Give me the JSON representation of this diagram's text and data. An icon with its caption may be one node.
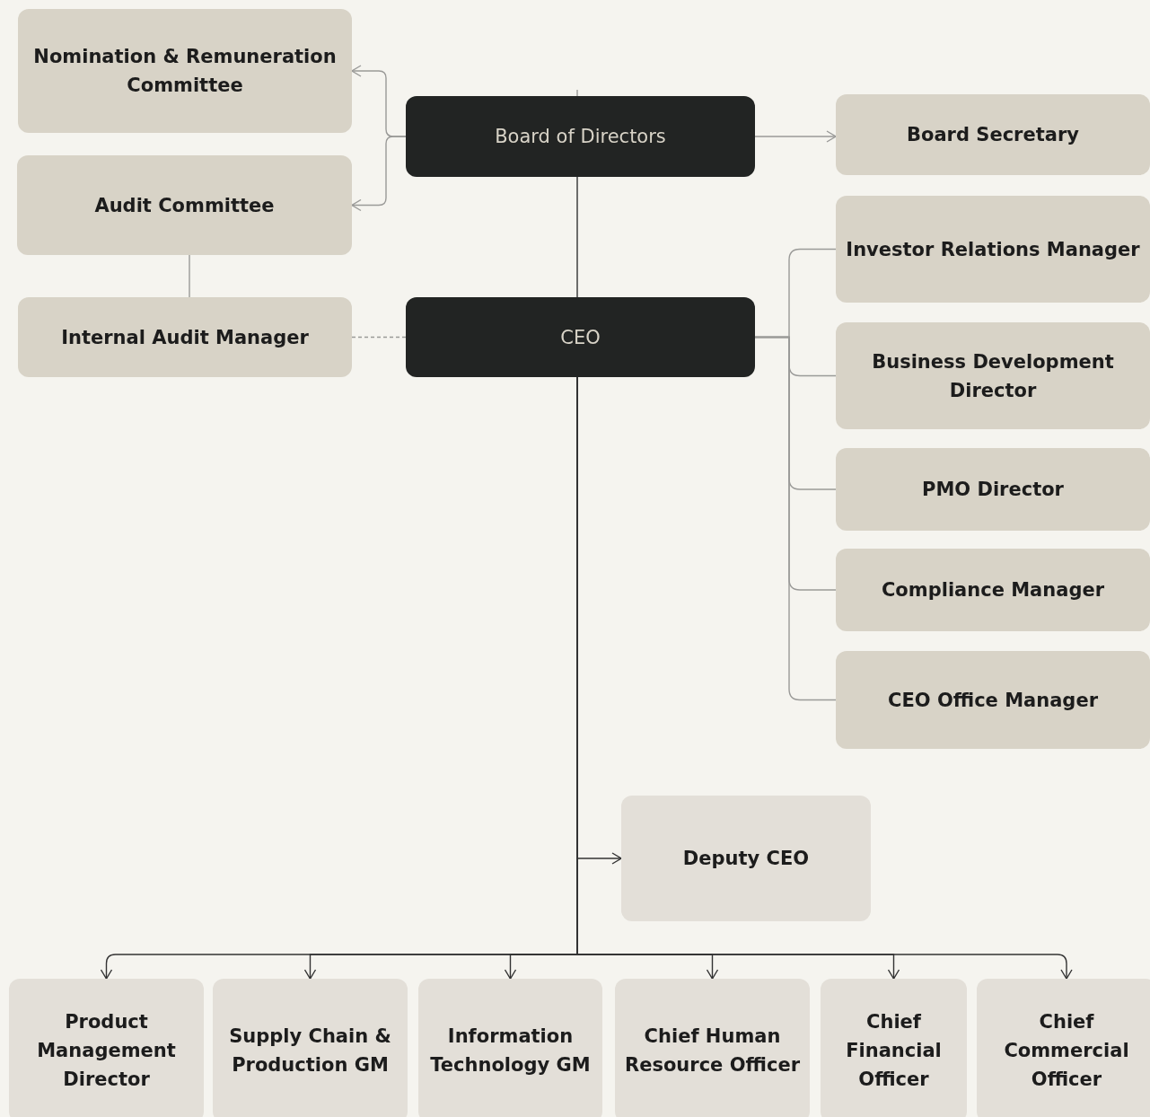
{
  "diagram": {
    "nodes": [
      {
        "text": [
          "Nomination & Remuneration Committee"
        ]
      },
      {
        "text": [
          "Audit Committee"
        ]
      },
      {
        "text": [
          "Internal Audit Manager"
        ]
      },
      {
        "text": [
          "Board of Directors"
        ]
      },
      {
        "text": [
          "CEO"
        ]
      },
      {
        "text": [
          "Board Secretary"
        ]
      },
      {
        "text": [
          "Investor Relations Manager"
        ]
      },
      {
        "text": [
          "Business Development Director"
        ]
      },
      {
        "text": [
          "PMO Director"
        ]
      },
      {
        "text": [
          "Compliance Manager"
        ]
      },
      {
        "text": [
          "CEO Office Manager"
        ]
      },
      {
        "text": [
          "Deputy CEO"
        ]
      },
      {
        "text": [
          "Product Management Director"
        ]
      },
      {
        "text": [
          "Supply Chain & Production GM"
        ]
      },
      {
        "text": [
          "Information Technology GM"
        ]
      },
      {
        "text": [
          "Chief Human Resource Officer"
        ]
      },
      {
        "text": [
          "Chief Financial Officer"
        ]
      },
      {
        "text": [
          "Chief Commercial Officer"
        ]
      }
    ],
    "edges": [
      {
        "from": 3,
        "to": 0,
        "arrow": "to"
      },
      {
        "from": 3,
        "to": 1,
        "arrow": "to"
      },
      {
        "from": 3,
        "to": 5,
        "arrow": "to"
      },
      {
        "from": 1,
        "to": 2,
        "arrow": "none"
      },
      {
        "from": 2,
        "to": 4,
        "arrow": "none",
        "style": "dashed"
      },
      {
        "from": null,
        "to": 3,
        "arrow": "none"
      },
      {
        "from": 3,
        "to": 4,
        "arrow": "none",
        "color": "#333333"
      },
      {
        "from": 4,
        "to": 6,
        "arrow": "none"
      },
      {
        "from": 4,
        "to": 7,
        "arrow": "none"
      },
      {
        "from": 4,
        "to": 8,
        "arrow": "none"
      },
      {
        "from": 4,
        "to": 9,
        "arrow": "none"
      },
      {
        "from": 4,
        "to": 10,
        "arrow": "none"
      },
      {
        "from": 4,
        "to": 11,
        "arrow": "to",
        "color": "#333333"
      },
      {
        "from": 4,
        "to": 12,
        "arrow": "to",
        "color": "#333333"
      },
      {
        "from": 4,
        "to": 13,
        "arrow": "to",
        "color": "#333333"
      },
      {
        "from": 4,
        "to": 14,
        "arrow": "to",
        "color": "#333333"
      },
      {
        "from": 4,
        "to": 15,
        "arrow": "to",
        "color": "#333333"
      },
      {
        "from": 4,
        "to": 16,
        "arrow": "to",
        "color": "#333333"
      },
      {
        "from": 4,
        "to": 17,
        "arrow": "to",
        "color": "#333333"
      }
    ]
  }
}
